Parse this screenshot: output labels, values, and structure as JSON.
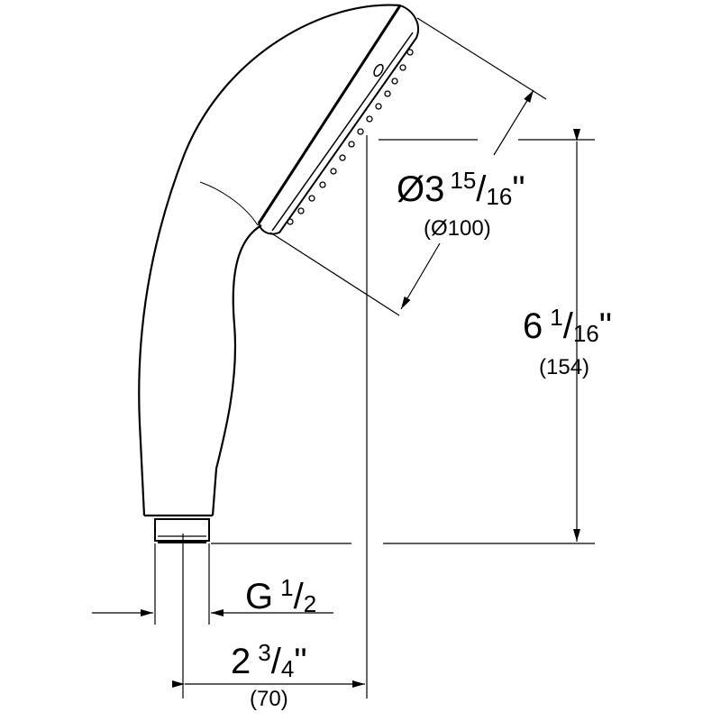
{
  "drawing": {
    "subject": "hand shower dimension drawing",
    "line_color": "#000000",
    "background": "#ffffff"
  },
  "dimensions": {
    "head_diameter": {
      "prefix": "Ø3",
      "numerator": "15",
      "slash": "/",
      "denominator": "16",
      "unit": "\"",
      "metric": "(Ø100)"
    },
    "height": {
      "whole": "6",
      "numerator": "1",
      "slash": "/",
      "denominator": "16",
      "unit": "\"",
      "metric": "(154)"
    },
    "thread": {
      "prefix": "G",
      "numerator": "1",
      "slash": "/",
      "denominator": "2"
    },
    "offset": {
      "whole": "2",
      "numerator": "3",
      "slash": "/",
      "denominator": "4",
      "unit": "\"",
      "metric": "(70)"
    }
  }
}
